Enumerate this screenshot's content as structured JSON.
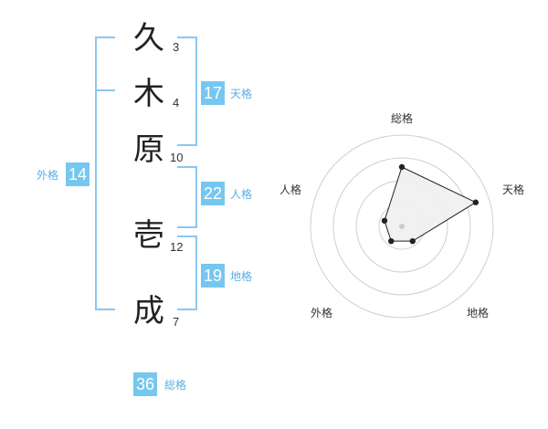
{
  "characters": [
    {
      "char": "久",
      "strokes": "3"
    },
    {
      "char": "木",
      "strokes": "4"
    },
    {
      "char": "原",
      "strokes": "10"
    },
    {
      "char": "壱",
      "strokes": "12"
    },
    {
      "char": "成",
      "strokes": "7"
    }
  ],
  "kakusu": {
    "tenkaku": {
      "value": "17",
      "label": "天格"
    },
    "jinkaku": {
      "value": "22",
      "label": "人格"
    },
    "chikaku": {
      "value": "19",
      "label": "地格"
    },
    "gaikaku": {
      "value": "14",
      "label": "外格"
    },
    "soukaku": {
      "value": "36",
      "label": "総格"
    }
  },
  "colors": {
    "badge": "#76c7f0",
    "bracket": "#8cc6ee",
    "label": "#5aaee6",
    "radar_fill": "#efefef",
    "radar_stroke": "#222222"
  },
  "chart_data": {
    "type": "radar",
    "axes": [
      "総格",
      "天格",
      "地格",
      "外格",
      "人格"
    ],
    "values": [
      0.65,
      0.85,
      0.2,
      0.2,
      0.2
    ],
    "range": [
      0,
      1
    ],
    "rings": 4
  }
}
